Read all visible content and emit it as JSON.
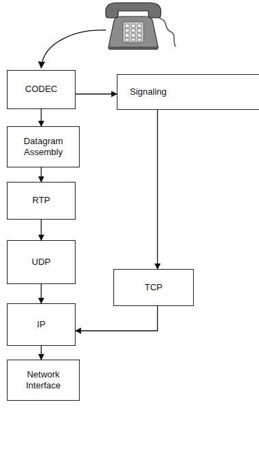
{
  "diagram": {
    "nodes": [
      {
        "text": [
          "CODEC"
        ]
      },
      {
        "text": [
          "Signaling"
        ]
      },
      {
        "text": [
          "Datagram Assembly"
        ]
      },
      {
        "text": [
          "RTP"
        ]
      },
      {
        "text": [
          "UDP"
        ]
      },
      {
        "text": [
          "TCP"
        ]
      },
      {
        "text": [
          "IP"
        ]
      },
      {
        "text": [
          "Network Interface"
        ]
      }
    ],
    "edges": [
      {
        "from": 0,
        "to": 1,
        "arrow": "to"
      },
      {
        "from": 0,
        "to": 2,
        "arrow": "to"
      },
      {
        "from": 2,
        "to": 3,
        "arrow": "to"
      },
      {
        "from": 3,
        "to": 4,
        "arrow": "to"
      },
      {
        "from": 4,
        "to": 6,
        "arrow": "to"
      },
      {
        "from": 6,
        "to": 7,
        "arrow": "to"
      },
      {
        "from": 1,
        "to": 5,
        "arrow": "to"
      },
      {
        "from": 5,
        "to": 6,
        "arrow": "to"
      }
    ]
  }
}
